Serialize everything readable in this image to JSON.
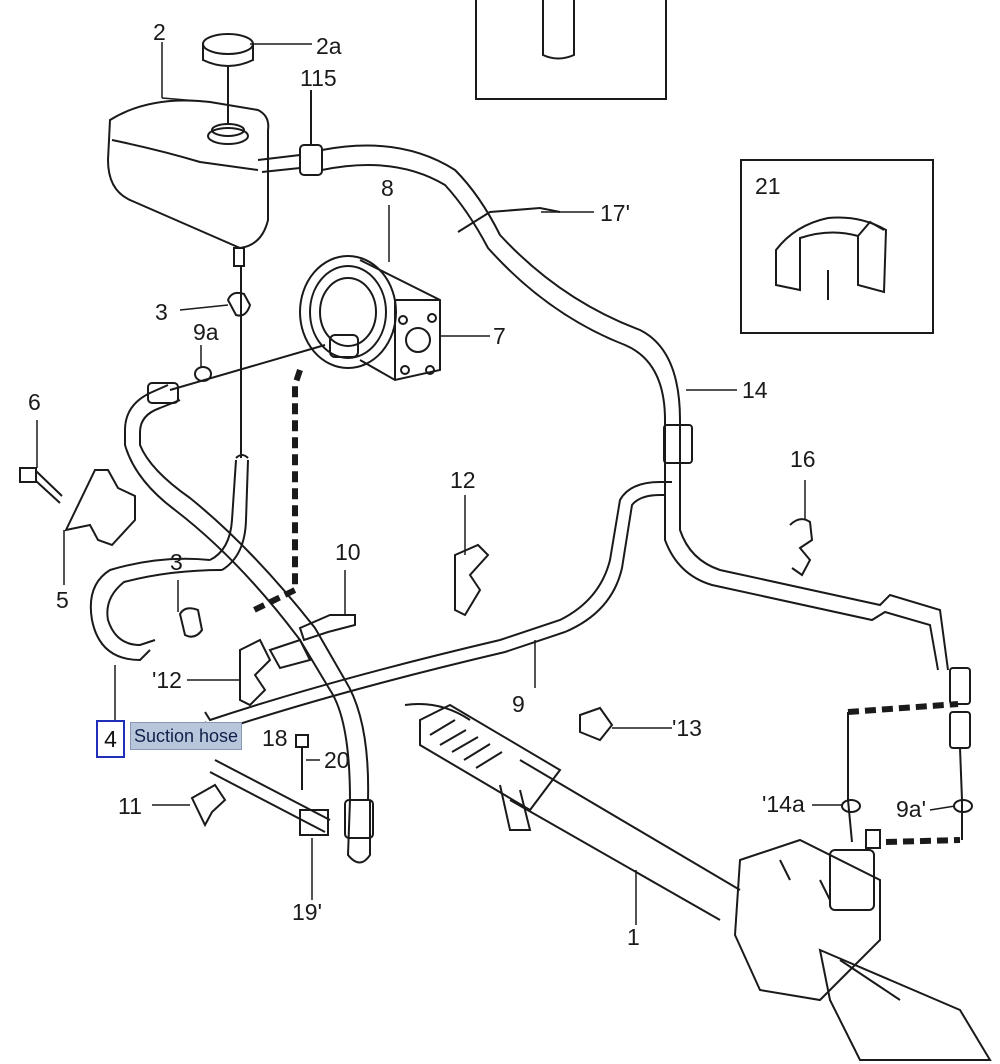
{
  "labels": {
    "n2": "2",
    "n2a": "2a",
    "n15": "115",
    "n17": "17'",
    "n21": "21",
    "n8": "8",
    "n3a": "3",
    "n9a_top": "9a",
    "n7": "7",
    "n6": "6",
    "n14": "14",
    "n16": "16",
    "n12_top": "12",
    "n10": "10",
    "n3b": "3",
    "n5": "5",
    "n12_left": "'12",
    "n9": "9",
    "n18": "18",
    "n20": "20",
    "n11": "11",
    "n13": "'13",
    "n14a": "'14a",
    "n9a_right": "9a'",
    "n19": "19'",
    "n1": "1"
  },
  "selection": {
    "number": "4",
    "tooltip": "Suction hose"
  },
  "colors": {
    "line": "#1a1a1a",
    "selection_border": "#1f2fb8",
    "tooltip_bg": "#b8c6db"
  }
}
